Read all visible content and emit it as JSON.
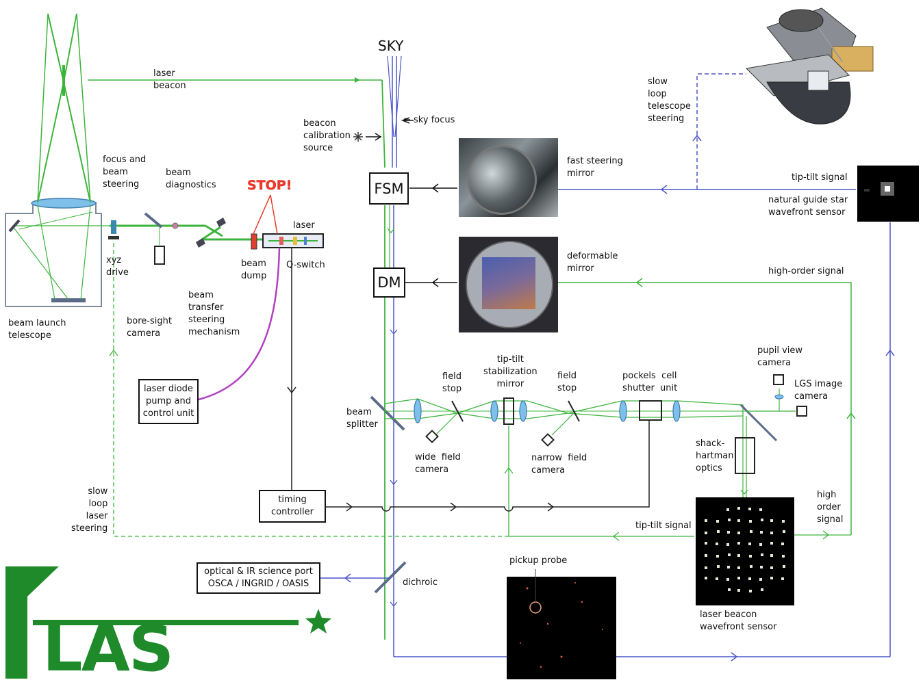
{
  "labels": {
    "sky": "SKY",
    "laser_beacon": "laser\nbeacon",
    "sky_focus": "← sky focus",
    "beacon_cal": "beacon\ncalibration\nsource",
    "focus_beam": "focus and\nbeam\nsteering",
    "beam_diag": "beam\ndiagnostics",
    "stop": "STOP!",
    "laser": "laser",
    "beam_dump": "beam\ndump",
    "q_switch": "Q-switch",
    "xyz_drive": "xyz\ndrive",
    "bore_sight": "bore-sight\ncamera",
    "beam_transfer": "beam\ntransfer\nsteering\nmechanism",
    "beam_launch": "beam launch\ntelescope",
    "fsm_label": "fast steering\nmirror",
    "dm_label": "deformable\nmirror",
    "slow_tele": "slow\nloop\ntelescope\nsteering",
    "tiptilt_top": "tip-tilt signal",
    "ngs_wfs": "natural guide star\nwavefront sensor",
    "high_order_top": "high-order signal",
    "tt_stab": "tip-tilt\nstabilization\nmirror",
    "field_stop_1": "field\nstop",
    "field_stop_2": "field\nstop",
    "pockels": "pockels  cell\nshutter  unit",
    "pupil_view": "pupil view\ncamera",
    "lgs_image": "LGS image\ncamera",
    "beam_splitter": "beam\nsplitter",
    "wide_field": "wide  field\ncamera",
    "narrow_field": "narrow  field\ncamera",
    "shack": "shack-\nhartman\noptics",
    "high_order_right": "high\norder\nsignal",
    "tiptilt_bottom": "tip-tilt signal",
    "slow_laser": "slow\nloop\nlaser\nsteering",
    "dichroic": "dichroic",
    "pickup_probe": "pickup probe",
    "lb_wfs": "laser beacon\nwavefront sensor"
  },
  "boxes": {
    "fsm": "FSM",
    "dm": "DM",
    "diode": "laser diode\npump and\ncontrol unit",
    "timing": "timing\ncontroller",
    "science": "optical & IR science port\nOSCA / INGRID / OASIS"
  },
  "logo": {
    "text": "GLAS"
  },
  "colors": {
    "laser_path": "#3cb43c",
    "science_path": "#4a55c8",
    "control": "#222222",
    "fiber": "#b040c0",
    "stop": "#e8392a",
    "logo": "#1e8a2a"
  }
}
